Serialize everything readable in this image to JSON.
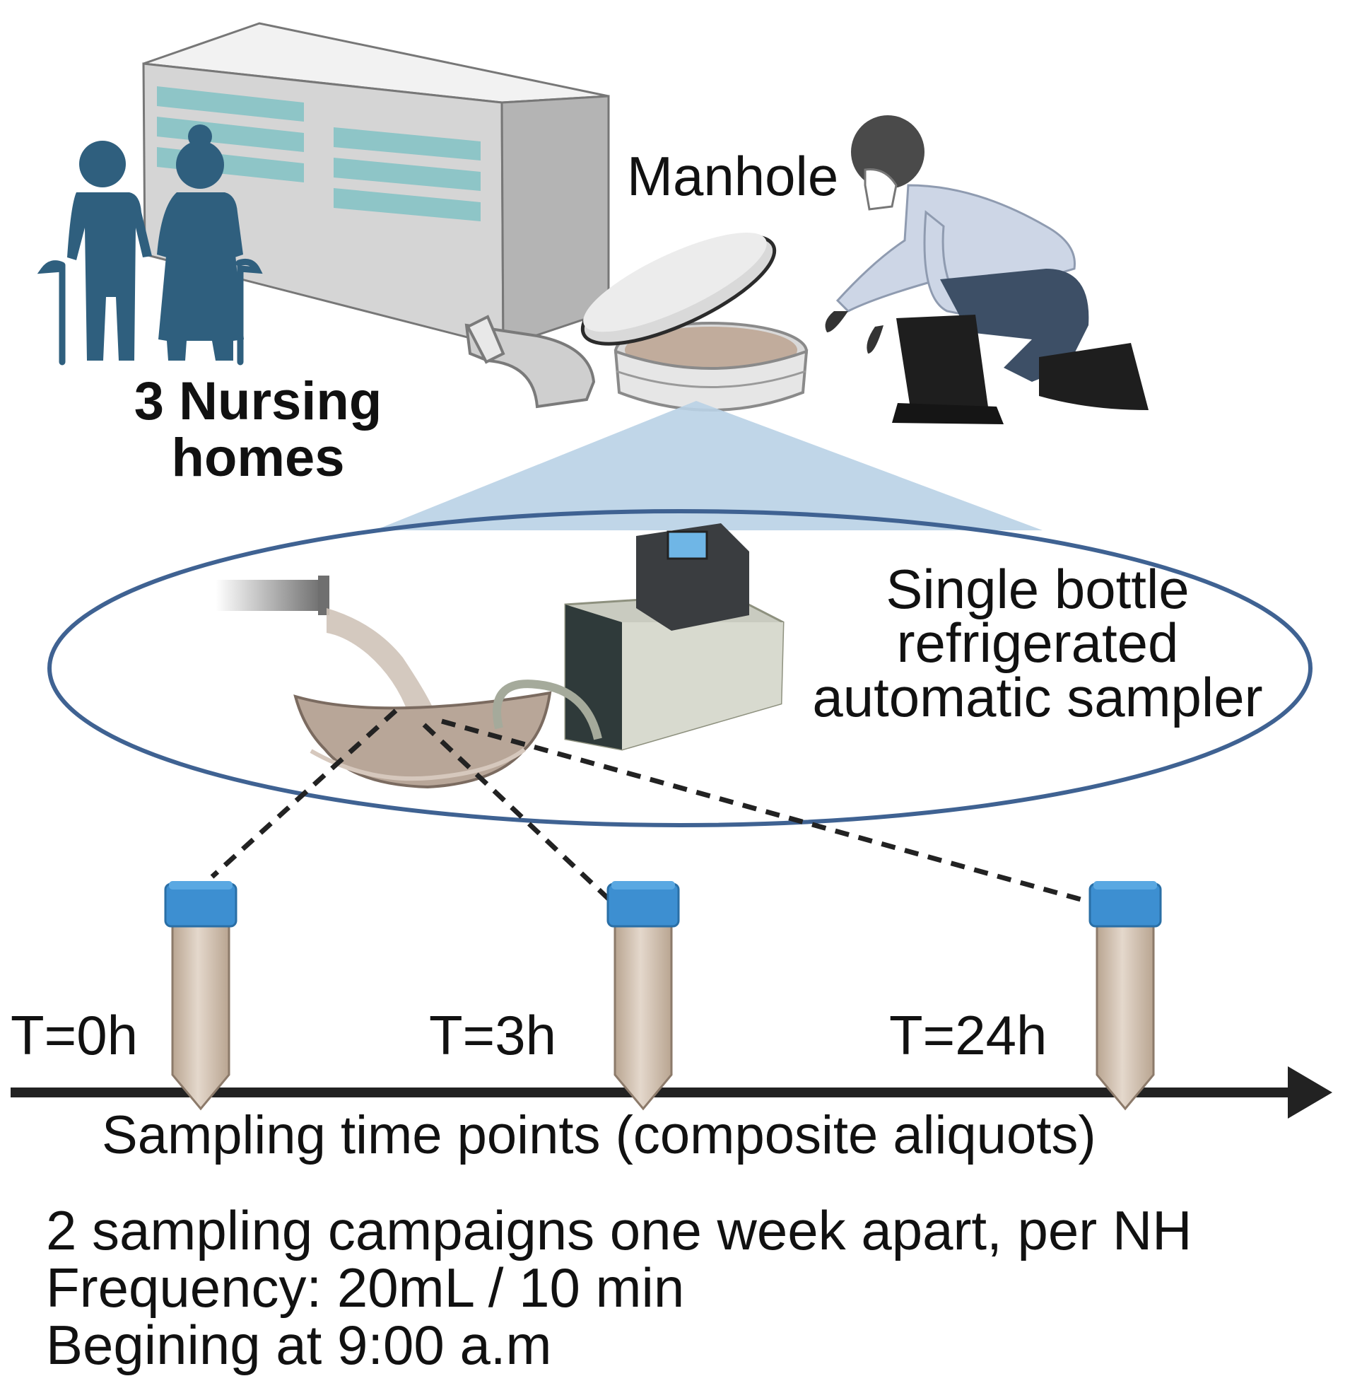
{
  "labels": {
    "manhole": "Manhole",
    "nursing_homes": "3 Nursing homes",
    "sampler": [
      "Single bottle",
      "refrigerated",
      "automatic sampler"
    ],
    "time_points": [
      "T=0h",
      "T=3h",
      "T=24h"
    ],
    "axis_label": "Sampling time points (composite aliquots)"
  },
  "notes": [
    "2 sampling campaigns one week apart, per NH",
    "Frequency: 20mL / 10 min",
    "Begining at 9:00 a.m"
  ],
  "colors": {
    "resident_figure": "#2f5f7e",
    "building_window": "#8ec5c7",
    "focus_cone": "#b9d2e6",
    "focus_ellipse": "#3f6292",
    "tube_cap": "#3d8fd1",
    "tube_liquid": "#c8b6a5",
    "arrow": "#222222",
    "wastewater": "#b8a698"
  },
  "icons": [
    "nursing-home-building-icon",
    "elderly-residents-icon",
    "manhole-icon",
    "field-worker-icon",
    "autosampler-icon",
    "sample-tube-icon"
  ]
}
